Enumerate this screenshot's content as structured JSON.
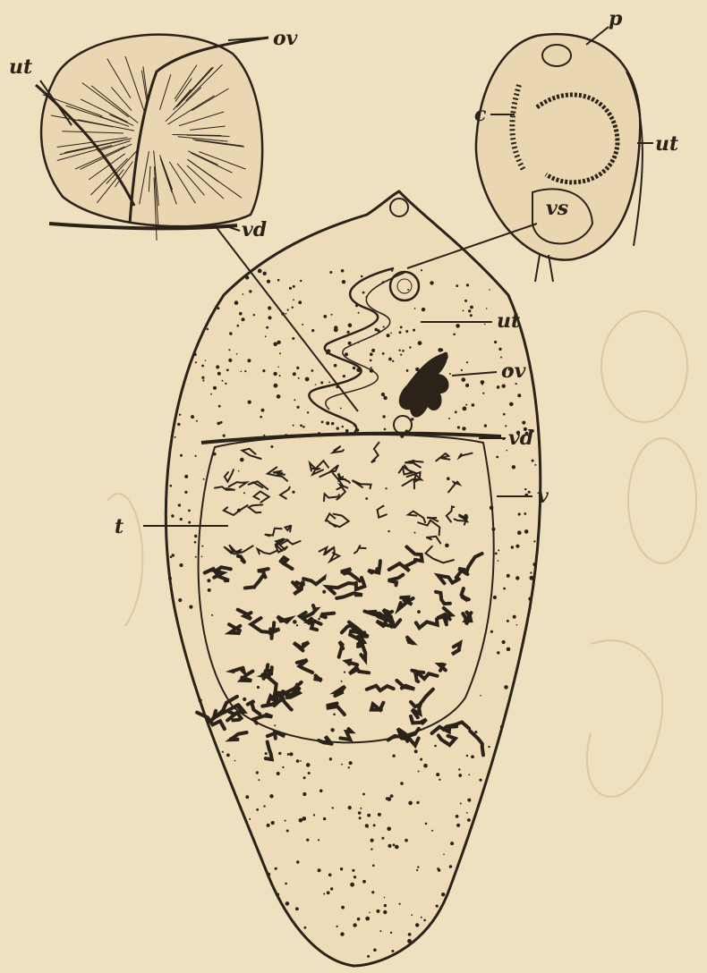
{
  "labels": {
    "ut_inset_left": "ut",
    "ov_inset_left": "ov",
    "vd_inset_left": "vd",
    "p_inset_right": "p",
    "c_inset_right": "c",
    "ut_inset_right": "ut",
    "vs_inset_right": "vs",
    "ut_main": "ut",
    "ov_main": "ov",
    "vd_main": "vd",
    "v_main": "v",
    "t_main": "t"
  },
  "colors": {
    "paper": "#efe0bf",
    "ink": "#2b2219",
    "ink_light": "#5a4a36",
    "ghost": "#d9c8a6"
  }
}
